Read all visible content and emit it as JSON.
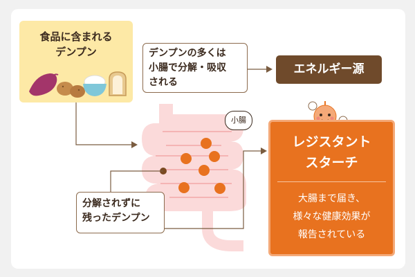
{
  "food_box": {
    "text_line1": "食品に含まれる",
    "text_line2": "デンプン"
  },
  "digest_note": {
    "line1": "デンプンの多くは",
    "line2": "小腸で分解・吸収",
    "line3": "される"
  },
  "energy_box": {
    "label": "エネルギー源"
  },
  "small_intestine": {
    "label": "小腸"
  },
  "undigested_note": {
    "line1": "分解されずに",
    "line2": "残ったデンプン"
  },
  "resistant_starch": {
    "title_line1": "レジスタント",
    "title_line2": "スターチ",
    "desc_line1": "大腸まで届き、",
    "desc_line2": "様々な健康効果が",
    "desc_line3": "報告されている"
  },
  "colors": {
    "accent_orange": "#e8721f",
    "brown": "#6f4a2b",
    "food_yellow": "#fde9a6",
    "intestine_pink": "#fbdada"
  }
}
